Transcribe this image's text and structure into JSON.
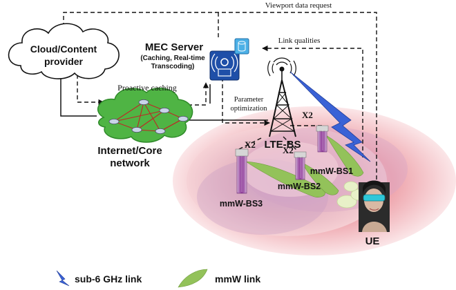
{
  "nodes": {
    "cloud": {
      "line1": "Cloud/Content",
      "line2": "provider"
    },
    "mec": {
      "title": "MEC Server",
      "sub1": "(Caching, Real-time",
      "sub2": "Transcoding)"
    },
    "core": {
      "line1": "Internet/Core",
      "line2": "network"
    },
    "lte": "LTE-BS",
    "bs1": "mmW-BS1",
    "bs2": "mmW-BS2",
    "bs3": "mmW-BS3",
    "ue": "UE"
  },
  "edge_labels": {
    "viewport": "Viewport data request",
    "link_qualities": "Link qualities",
    "proactive": "Proactive caching",
    "param1": "Parameter",
    "param2": "optimization",
    "x2_a": "X2",
    "x2_b": "X2",
    "x2_c": "X2"
  },
  "legend": {
    "sub6": "sub-6 GHz link",
    "mmw": "mmW link"
  },
  "colors": {
    "sub6": "#2f55c8",
    "mmw": "#8fbf4f",
    "network": "#3fa23a",
    "mec_icon": "#1f4fa8",
    "db_icon": "#3aa0d8",
    "bs_tower": "#a04aa8",
    "coverage": "#e3868f"
  }
}
